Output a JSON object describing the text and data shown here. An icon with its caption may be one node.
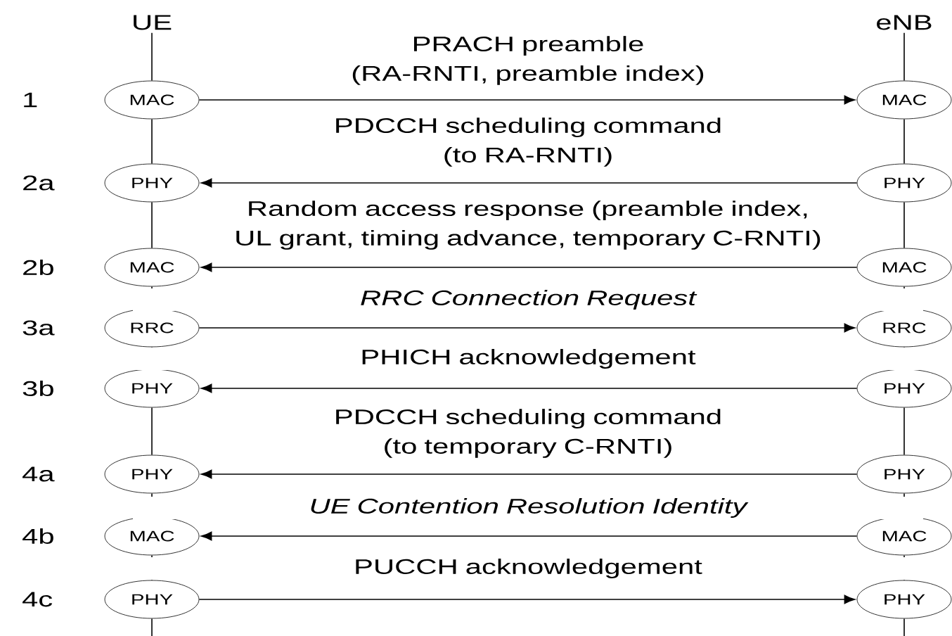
{
  "diagram": {
    "nodes": [
      {
        "text": [
          "UE"
        ]
      },
      {
        "text": [
          "eNB"
        ]
      },
      {
        "text": [
          "MAC"
        ]
      },
      {
        "text": [
          "MAC"
        ]
      },
      {
        "text": [
          "PHY"
        ]
      },
      {
        "text": [
          "PHY"
        ]
      },
      {
        "text": [
          "MAC"
        ]
      },
      {
        "text": [
          "MAC"
        ]
      },
      {
        "text": [
          "RRC"
        ]
      },
      {
        "text": [
          "RRC"
        ]
      },
      {
        "text": [
          "PHY"
        ]
      },
      {
        "text": [
          "PHY"
        ]
      },
      {
        "text": [
          "PHY"
        ]
      },
      {
        "text": [
          "PHY"
        ]
      },
      {
        "text": [
          "MAC"
        ]
      },
      {
        "text": [
          "MAC"
        ]
      },
      {
        "text": [
          "PHY"
        ]
      },
      {
        "text": [
          "PHY"
        ]
      }
    ],
    "edges": [
      {
        "from": 2,
        "to": 3,
        "arrow": "to",
        "label": "PRACH preamble (RA-RNTI, preamble index)"
      },
      {
        "from": 5,
        "to": 4,
        "arrow": "to",
        "label": "PDCCH scheduling command (to RA-RNTI)"
      },
      {
        "from": 7,
        "to": 6,
        "arrow": "to",
        "label": "Random access response (preamble index, UL grant, timing advance, temporary C-RNTI)"
      },
      {
        "from": 8,
        "to": 9,
        "arrow": "to",
        "label": "RRC Connection Request"
      },
      {
        "from": 11,
        "to": 10,
        "arrow": "to",
        "label": "PHICH acknowledgement"
      },
      {
        "from": 13,
        "to": 12,
        "arrow": "to",
        "label": "PDCCH scheduling command (to temporary C-RNTI)"
      },
      {
        "from": 15,
        "to": 14,
        "arrow": "to",
        "label": "UE Contention Resolution Identity"
      },
      {
        "from": 16,
        "to": 17,
        "arrow": "to",
        "label": "PUCCH acknowledgement"
      },
      {
        "from": 0,
        "to": 2,
        "arrow": "none"
      },
      {
        "from": 2,
        "to": 4,
        "arrow": "none"
      },
      {
        "from": 4,
        "to": 6,
        "arrow": "none"
      },
      {
        "from": 6,
        "to": 8,
        "arrow": "none"
      },
      {
        "from": 8,
        "to": 10,
        "arrow": "none"
      },
      {
        "from": 10,
        "to": 12,
        "arrow": "none"
      },
      {
        "from": 12,
        "to": 14,
        "arrow": "none"
      },
      {
        "from": 14,
        "to": 16,
        "arrow": "none"
      },
      {
        "from": 16,
        "to": null,
        "arrow": "none"
      },
      {
        "from": 1,
        "to": 3,
        "arrow": "none"
      },
      {
        "from": 3,
        "to": 5,
        "arrow": "none"
      },
      {
        "from": 5,
        "to": 7,
        "arrow": "none"
      },
      {
        "from": 7,
        "to": 9,
        "arrow": "none"
      },
      {
        "from": 9,
        "to": 11,
        "arrow": "none"
      },
      {
        "from": 11,
        "to": 13,
        "arrow": "none"
      },
      {
        "from": 13,
        "to": 15,
        "arrow": "none"
      },
      {
        "from": 15,
        "to": 17,
        "arrow": "none"
      },
      {
        "from": 17,
        "to": null,
        "arrow": "none"
      }
    ],
    "labels": [
      "1",
      "2a",
      "2b",
      "3a",
      "3b",
      "4a",
      "4b",
      "4c"
    ]
  }
}
